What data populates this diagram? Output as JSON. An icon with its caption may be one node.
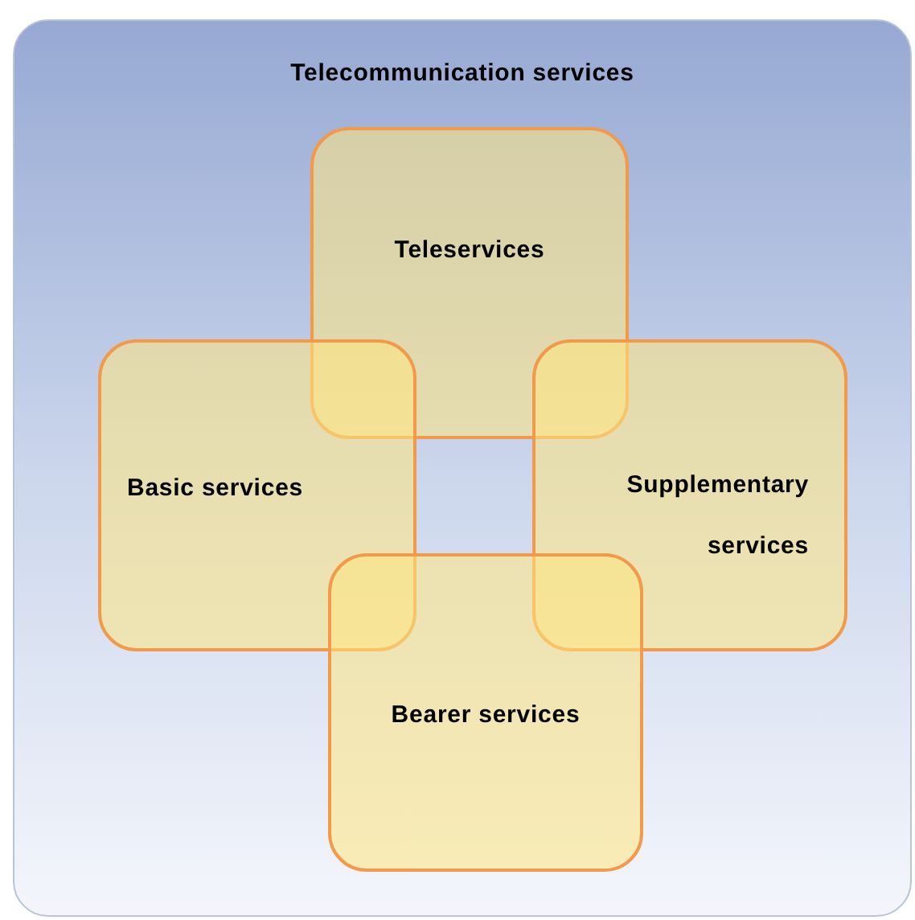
{
  "diagram": {
    "nodes": [
      {
        "text": [
          "Telecommunication services"
        ]
      },
      {
        "text": [
          "Teleservices"
        ],
        "in": 0
      },
      {
        "text": [
          "Basic services"
        ],
        "in": 0
      },
      {
        "text": [
          "Supplementary services"
        ],
        "in": 0
      },
      {
        "text": [
          "Bearer services"
        ],
        "in": 0
      }
    ]
  }
}
